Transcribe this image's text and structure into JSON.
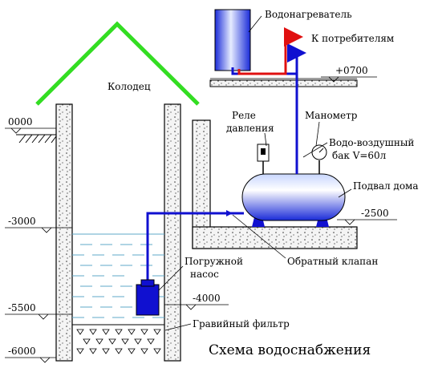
{
  "labels": {
    "well": "Колодец",
    "water_heater": "Водонагреватель",
    "to_consumers": "К потребителям",
    "level_0700": "+0700",
    "relay_line1": "Реле",
    "relay_line2": "давления",
    "manometer": "Манометр",
    "tank_line1": "Водо-воздушный",
    "tank_line2": "бак V=60л",
    "basement": "Подвал дома",
    "level_2500": "-2500",
    "level_0000": "0000",
    "level_3000": "-3000",
    "pump_line1": "Погружной",
    "pump_line2": "насос",
    "check_valve": "Обратный клапан",
    "level_4000": "-4000",
    "level_5500": "-5500",
    "gravel_filter": "Гравийный фильтр",
    "level_6000": "-6000",
    "title": "Схема водоснабжения"
  },
  "colors": {
    "roof": "#33dd22",
    "pipe_cold": "#1010d0",
    "pipe_hot": "#e01010",
    "water_line": "#5fa8c8",
    "concrete": "#f2f2f2",
    "outline": "#000000"
  }
}
